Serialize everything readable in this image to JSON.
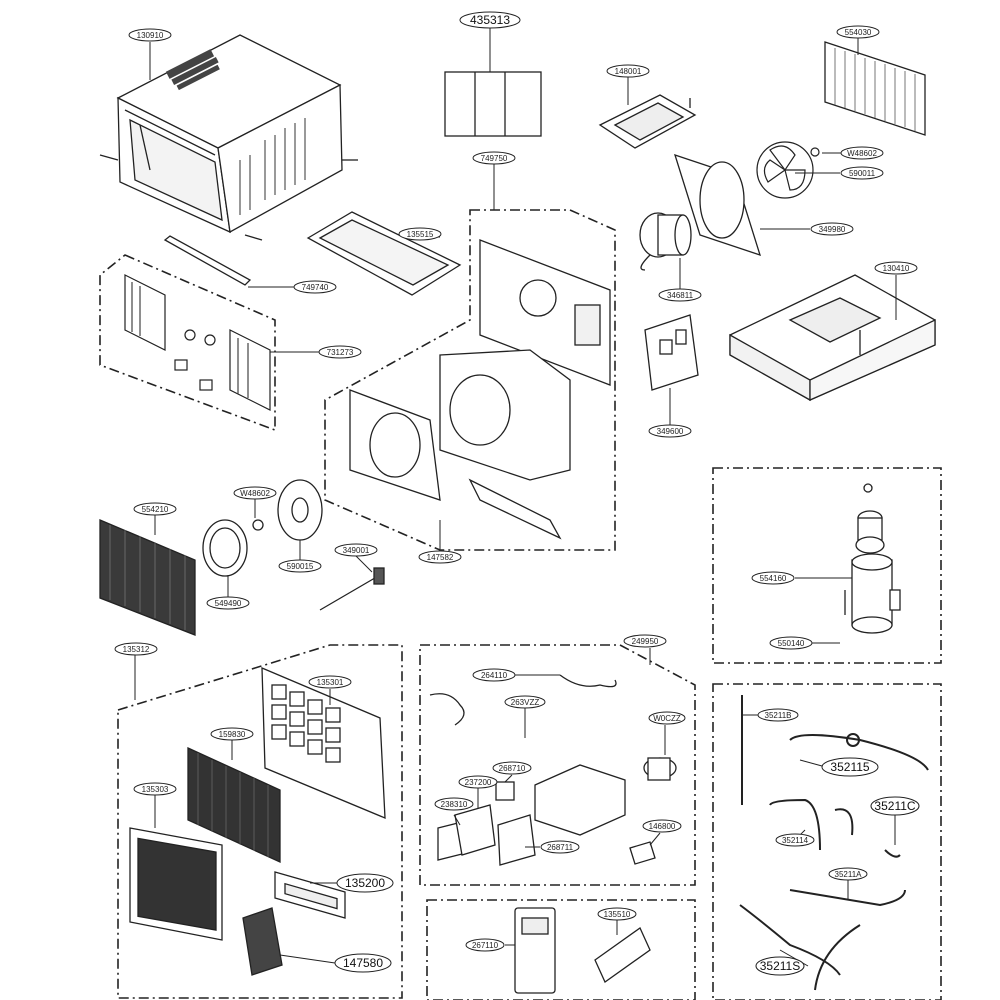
{
  "parts": {
    "p130910": "130910",
    "p435313": "435313",
    "p148001": "148001",
    "p554030": "554030",
    "p749750": "749750",
    "pW4860a": "W48602",
    "p599011": "590011",
    "p135515": "135515",
    "p749740": "749740",
    "p731273": "731273",
    "p349980": "349980",
    "p130410": "130410",
    "p346811": "346811",
    "p349600": "349600",
    "p554210": "554210",
    "pW4860b": "W48602",
    "p549490": "549490",
    "p590015": "590015",
    "p349001": "349001",
    "p147582": "147582",
    "p554160": "554160",
    "p550140": "550140",
    "p135312": "135312",
    "p135301": "135301",
    "p159830": "159830",
    "p135303": "135303",
    "p135200": "135200",
    "p147580": "147580",
    "p249950": "249950",
    "p264110": "264110",
    "p263VZZ": "263VZZ",
    "pW0CZZ": "W0CZZ",
    "p237200": "237200",
    "p268710": "268710",
    "p238310": "238310",
    "p146800": "146800",
    "p268711": "268711",
    "p267110": "267110",
    "p135510": "135510",
    "p35211B": "35211B",
    "p352115": "352115",
    "p35211C": "35211C",
    "p352114": "352114",
    "p35211A": "35211A",
    "p35211S": "35211S"
  }
}
